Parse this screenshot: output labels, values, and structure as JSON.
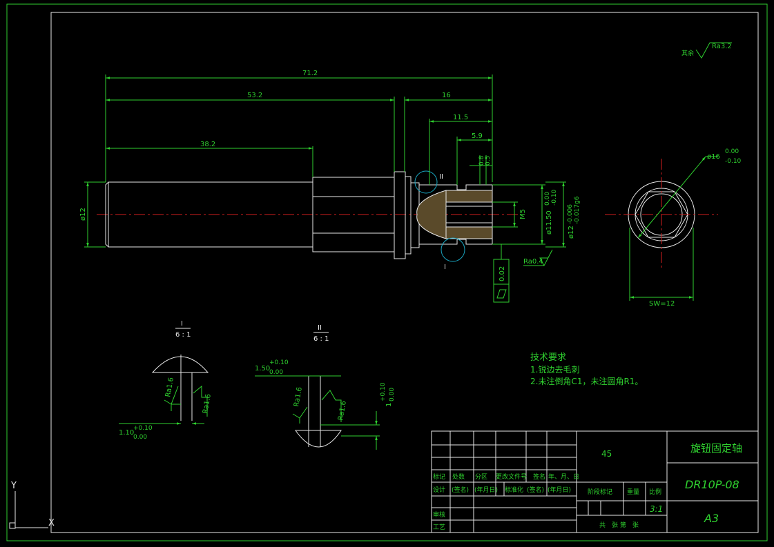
{
  "roughness": {
    "other": "其余",
    "ra_other": "Ra3.2",
    "ra_face": "Ra0.4",
    "ra_i_1": "Ra1.6",
    "ra_i_2": "Ra1.6",
    "ra_ii_1": "Ra1.6",
    "ra_ii_2": "Ra1.6"
  },
  "dims": {
    "total": "71.2",
    "d53": "53.2",
    "d38": "38.2",
    "d16": "16",
    "d11_5": "11.5",
    "d5_9": "5.9",
    "d0_8": "0.8",
    "d0_5": "0.5",
    "dia12": "ø12",
    "m5": "M5",
    "dia11_5": "ø11.50",
    "dia11_5_up": "0.00",
    "dia11_5_lo": "-0.10",
    "dia12g": "ø12",
    "dia12g_up": "-0.006",
    "dia12g_lo": "-0.017g6",
    "dia16": "ø16",
    "dia16_up": "0.00",
    "dia16_lo": "-0.10",
    "sw": "SW=12",
    "tol_flat": "0.02",
    "det_i_tol": "1.10",
    "det_i_up": "+0.10",
    "det_i_lo": "0.00",
    "det_ii_tol": "1.50",
    "det_ii_up": "+0.10",
    "det_ii_lo": "0.00",
    "det_ii_v": "1",
    "det_ii_v_up": "+0.10",
    "det_ii_v_lo": "0.00"
  },
  "detail_labels": {
    "i_mark": "I",
    "ii_mark": "II",
    "i_title": "I",
    "i_scale": "6 : 1",
    "ii_title": "II",
    "ii_scale": "6 : 1"
  },
  "notes": {
    "title": "技术要求",
    "line1": "1.锐边去毛刺",
    "line2": "2.未注倒角C1，未注圆角R1。"
  },
  "title_block": {
    "material": "45",
    "part_name": "旋钮固定轴",
    "drawing_no": "DR10P-08",
    "sheet_size": "A3",
    "scale": "3:1",
    "row_mark": [
      "标记",
      "处数",
      "分区",
      "更改文件号",
      "签名",
      "年、月、日"
    ],
    "row_design": [
      "设计",
      "(签名)",
      "(年月日)",
      "标准化",
      "(签名)",
      "(年月日)"
    ],
    "review": "审核",
    "process": "工艺",
    "stage_mark": "阶段标记",
    "weight": "重量",
    "scale_label": "比例",
    "sheets": "共　张 第　张"
  },
  "ucs": {
    "x": "X",
    "y": "Y"
  }
}
